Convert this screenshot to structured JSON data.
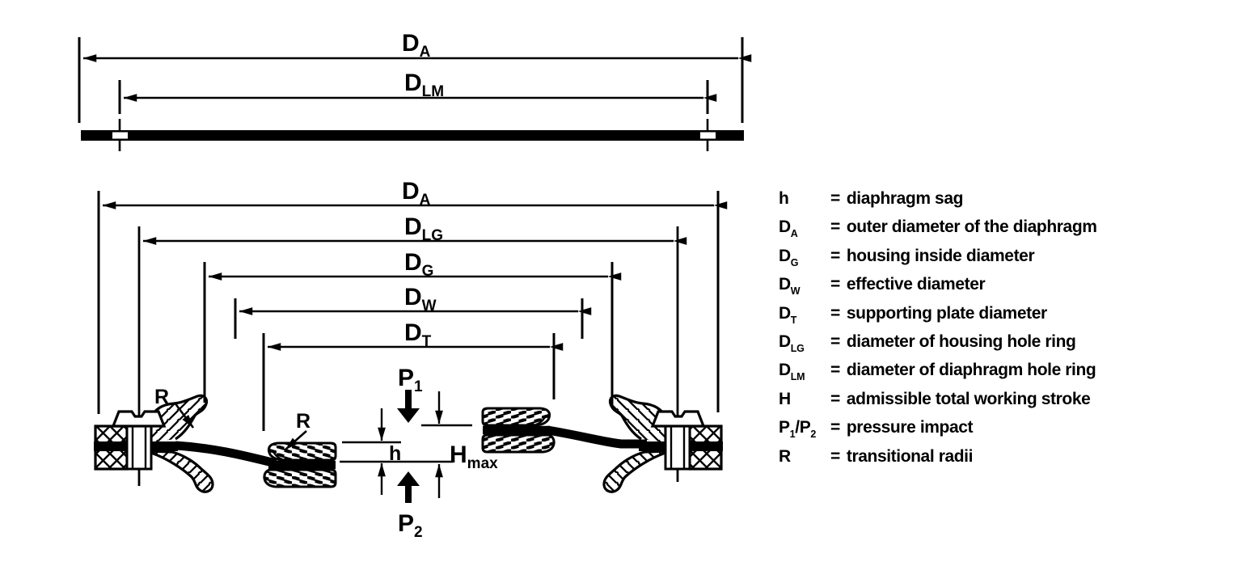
{
  "colors": {
    "ink": "#000000",
    "paper": "#ffffff"
  },
  "figure": {
    "top_view_dims": {
      "d_a": {
        "main": "D",
        "sub": "A"
      },
      "d_lm": {
        "main": "D",
        "sub": "LM"
      }
    },
    "section_view_dims": {
      "d_a": {
        "main": "D",
        "sub": "A"
      },
      "d_lg": {
        "main": "D",
        "sub": "LG"
      },
      "d_g": {
        "main": "D",
        "sub": "G"
      },
      "d_w": {
        "main": "D",
        "sub": "W"
      },
      "d_t": {
        "main": "D",
        "sub": "T"
      }
    },
    "annotations": {
      "p1": {
        "main": "P",
        "sub": "1"
      },
      "p2": {
        "main": "P",
        "sub": "2"
      },
      "h": {
        "main": "h"
      },
      "hmax": {
        "main": "H",
        "sub": "max"
      },
      "r": {
        "main": "R"
      }
    }
  },
  "legend": {
    "items": [
      {
        "sym": "h",
        "sym_sub": "",
        "sym2": "",
        "sym2_sub": "",
        "eq": "=",
        "desc": "diaphragm sag"
      },
      {
        "sym": "D",
        "sym_sub": "A",
        "sym2": "",
        "sym2_sub": "",
        "eq": "=",
        "desc": "outer diameter of the diaphragm"
      },
      {
        "sym": "D",
        "sym_sub": "G",
        "sym2": "",
        "sym2_sub": "",
        "eq": "=",
        "desc": "housing inside diameter"
      },
      {
        "sym": "D",
        "sym_sub": "W",
        "sym2": "",
        "sym2_sub": "",
        "eq": "=",
        "desc": "effective diameter"
      },
      {
        "sym": "D",
        "sym_sub": "T",
        "sym2": "",
        "sym2_sub": "",
        "eq": "=",
        "desc": "supporting plate diameter"
      },
      {
        "sym": "D",
        "sym_sub": "LG",
        "sym2": "",
        "sym2_sub": "",
        "eq": "=",
        "desc": "diameter of housing hole ring"
      },
      {
        "sym": "D",
        "sym_sub": "LM",
        "sym2": "",
        "sym2_sub": "",
        "eq": "=",
        "desc": "diameter of diaphragm hole ring"
      },
      {
        "sym": "H",
        "sym_sub": "",
        "sym2": "",
        "sym2_sub": "",
        "eq": "=",
        "desc": "admissible total working stroke"
      },
      {
        "sym": "P",
        "sym_sub": "1",
        "sym2": "/P",
        "sym2_sub": "2",
        "eq": "=",
        "desc": "pressure impact"
      },
      {
        "sym": "R",
        "sym_sub": "",
        "sym2": "",
        "sym2_sub": "",
        "eq": "=",
        "desc": "transitional radii"
      }
    ]
  }
}
